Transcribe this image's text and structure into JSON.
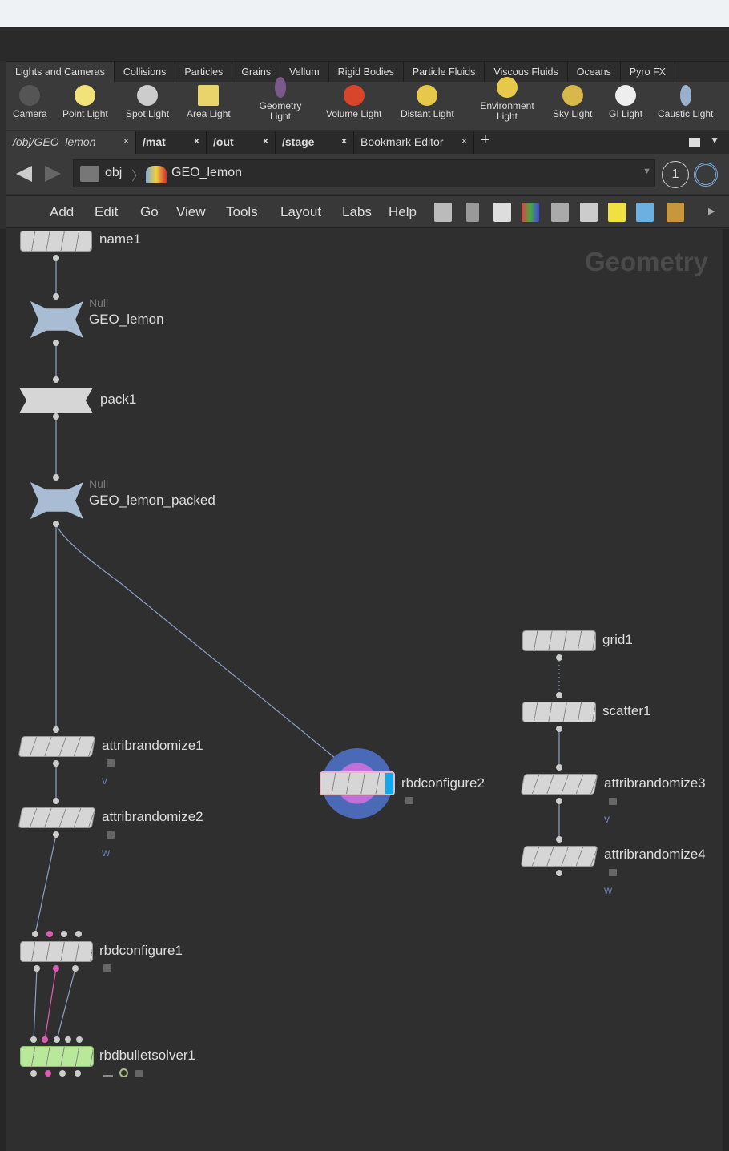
{
  "shelf_tabs": [
    "Lights and Cameras",
    "Collisions",
    "Particles",
    "Grains",
    "Vellum",
    "Rigid Bodies",
    "Particle Fluids",
    "Viscous Fluids",
    "Oceans",
    "Pyro FX"
  ],
  "shelf_tools": [
    "Camera",
    "Point Light",
    "Spot Light",
    "Area Light",
    "Geometry Light",
    "Volume Light",
    "Distant Light",
    "Environment Light",
    "Sky Light",
    "GI Light",
    "Caustic Light"
  ],
  "pane_tabs": [
    "/obj/GEO_lemon",
    "/mat",
    "/out",
    "/stage",
    "Bookmark Editor"
  ],
  "close_glyph": "×",
  "add_tab_glyph": "+",
  "path": {
    "root": "obj",
    "current": "GEO_lemon",
    "badge": "1"
  },
  "menu": [
    "Add",
    "Edit",
    "Go",
    "View",
    "Tools",
    "Layout",
    "Labs",
    "Help"
  ],
  "context_label": "Geometry",
  "nodes": {
    "name1": "name1",
    "geo_lemon_type": "Null",
    "geo_lemon": "GEO_lemon",
    "pack1": "pack1",
    "packed_type": "Null",
    "packed": "GEO_lemon_packed",
    "ar1": "attribrandomize1",
    "ar1_flag": "v",
    "ar2": "attribrandomize2",
    "ar2_flag": "w",
    "rbd2": "rbdconfigure2",
    "grid1": "grid1",
    "scatter1": "scatter1",
    "ar3": "attribrandomize3",
    "ar3_flag": "v",
    "ar4": "attribrandomize4",
    "ar4_flag": "w",
    "rbd1": "rbdconfigure1",
    "solver": "rbdbulletsolver1"
  }
}
